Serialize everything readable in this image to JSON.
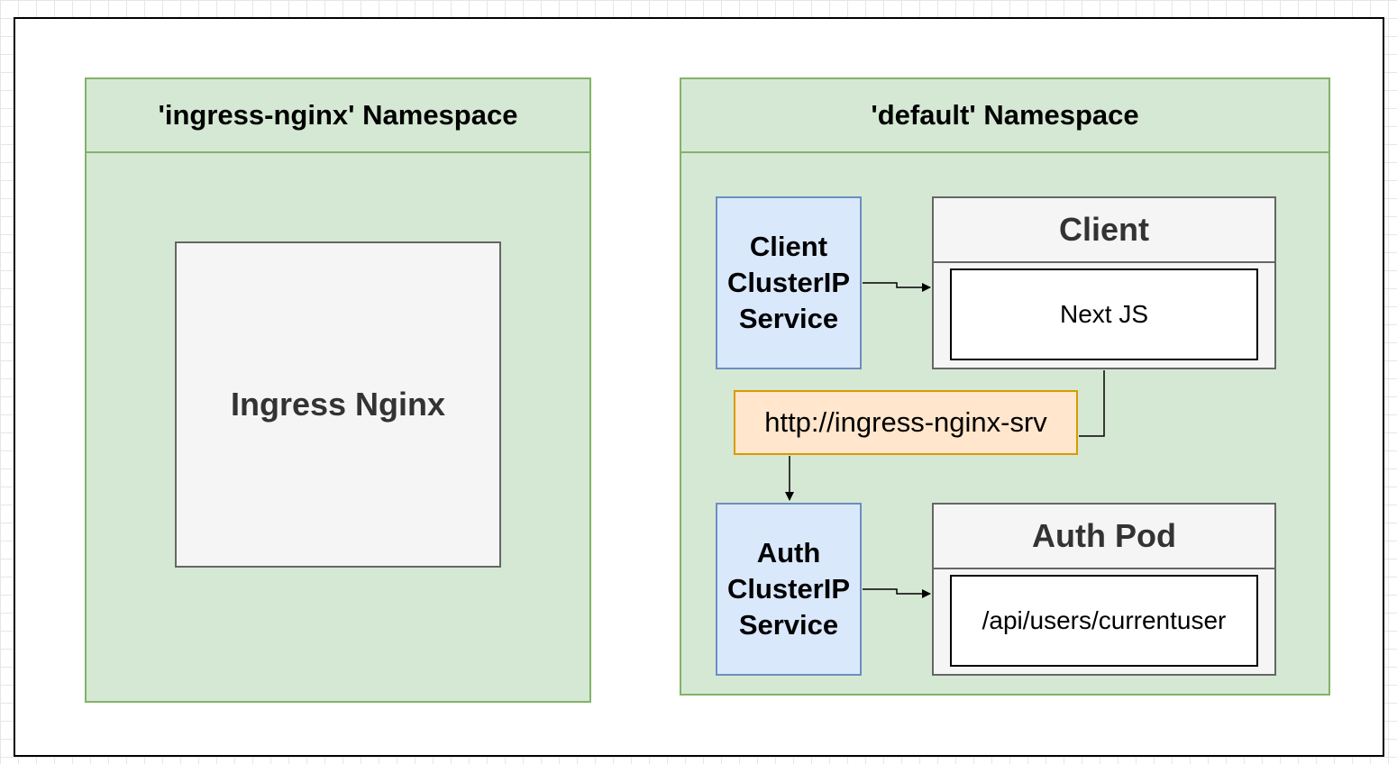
{
  "ingress_namespace": {
    "title": "'ingress-nginx' Namespace",
    "box_label": "Ingress Nginx"
  },
  "default_namespace": {
    "title": "'default' Namespace",
    "client_service": {
      "line1": "Client",
      "line2": "ClusterIP",
      "line3": "Service"
    },
    "client_pod": {
      "title": "Client",
      "content": "Next JS"
    },
    "url_label": "http://ingress-nginx-srv",
    "auth_service": {
      "line1": "Auth",
      "line2": "ClusterIP",
      "line3": "Service"
    },
    "auth_pod": {
      "title": "Auth Pod",
      "content": "/api/users/currentuser"
    }
  },
  "colors": {
    "namespace_fill": "#d5e8d4",
    "namespace_stroke": "#82b366",
    "service_fill": "#dae8fc",
    "service_stroke": "#6c8ebf",
    "url_fill": "#ffe6cc",
    "url_stroke": "#d79b00",
    "pod_fill": "#f5f5f5",
    "pod_stroke": "#666666"
  }
}
